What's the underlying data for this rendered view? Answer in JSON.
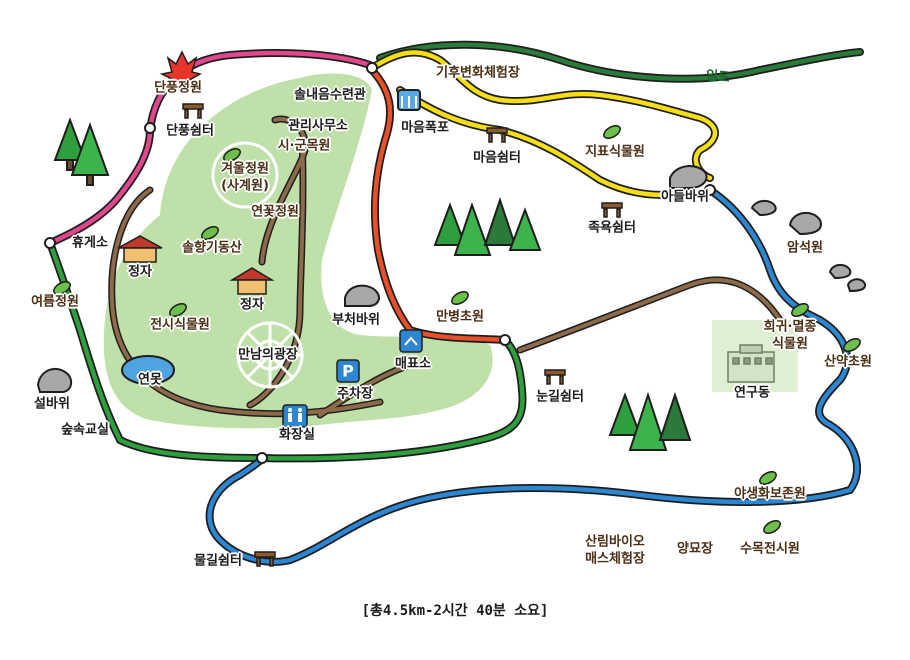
{
  "footer": "[총4.5km-2시간 40분 소요]",
  "trail_label": "임도",
  "places": {
    "danpung_garden": "단풍정원",
    "danpung_shelter": "단풍쉼터",
    "rest_area": "휴게소",
    "summer_garden": "여름정원",
    "seol_rock": "설바위",
    "forest_class": "숲속교실",
    "mulgil_shelter": "물길쉼터",
    "hwajangsil": "화장실",
    "parking": "주차장",
    "maepyoso": "매표소",
    "pavilion_1": "정자",
    "pavilion_2": "정자",
    "lotus_pond": "연못",
    "exhibition_garden": "전시식물원",
    "pine_hill": "솔향기동산",
    "meeting_plaza": "만남의광장",
    "winter_garden_1": "겨울정원",
    "winter_garden_2": "(사계원)",
    "lotus_flower_garden": "연꽃정원",
    "city_tree_garden": "시·군목원",
    "office": "관리사무소",
    "solnae_arboretum": "솔내음수련관",
    "maeum_waterfall": "마음폭포",
    "maeum_shelter": "마음쉼터",
    "climate_center": "기후변화체험장",
    "indicator_garden": "지표식물원",
    "adeul_rock": "아들바위",
    "jokyok_shelter": "족욕쉼터",
    "rock_garden": "암석원",
    "bucheo_rock": "부처바위",
    "manbyeong_garden": "만병초원",
    "nungil_shelter": "눈길쉼터",
    "rare_plants_1": "희귀·멸종",
    "rare_plants_2": "식물원",
    "sanyak_garden": "산약초원",
    "research_building": "연구동",
    "wildlife_garden": "야생화보존원",
    "forest_biomass_1": "산림바이오",
    "forest_biomass_2": "매스체험장",
    "nursery": "양묘장",
    "tree_exhibit": "수목전시원"
  },
  "icons": {
    "parking_glyph": "P"
  },
  "colors": {
    "pink_trail": "#e0478c",
    "green_trail": "#2f9e3d",
    "blue_trail": "#2c86d2",
    "yellow_trail": "#f5de14",
    "orange_trail": "#e8502a",
    "brown_trail": "#8c6a4a",
    "dark_green_trail": "#2a7a3a",
    "park_fill": "#bfe0a8",
    "outline": "#1e1e1e"
  }
}
